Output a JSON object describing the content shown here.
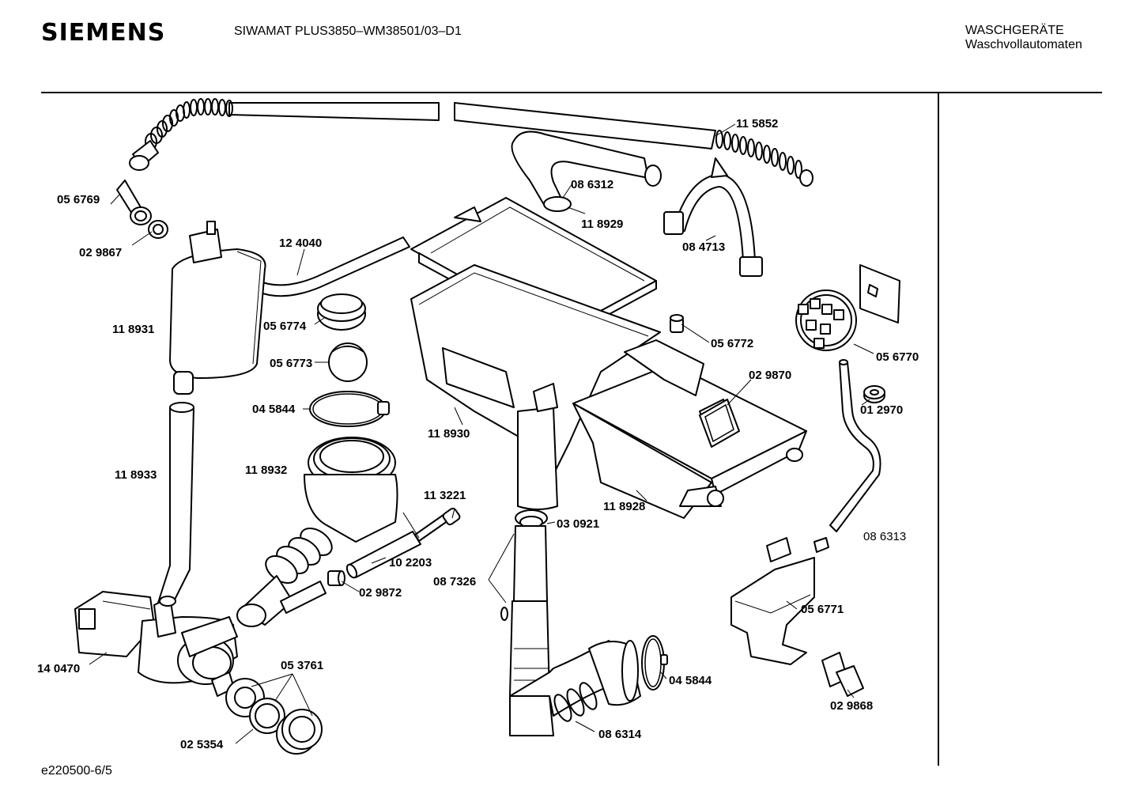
{
  "header": {
    "brand": "SIEMENS",
    "model": "SIWAMAT PLUS3850–WM38501/03–D1",
    "category_line1": "WASCHGERÄTE",
    "category_line2": "Waschvollautomaten"
  },
  "footer": {
    "doc_id": "e220500-6/5"
  },
  "parts": [
    {
      "id": "p115852",
      "number": "11 5852"
    },
    {
      "id": "p056769",
      "number": "05 6769"
    },
    {
      "id": "p029867",
      "number": "02 9867"
    },
    {
      "id": "p086312",
      "number": "08 6312"
    },
    {
      "id": "p118929",
      "number": "11 8929"
    },
    {
      "id": "p084713",
      "number": "08 4713"
    },
    {
      "id": "p124040",
      "number": "12 4040"
    },
    {
      "id": "p118931",
      "number": "11 8931"
    },
    {
      "id": "p056774",
      "number": "05 6774"
    },
    {
      "id": "p056773",
      "number": "05 6773"
    },
    {
      "id": "p045844a",
      "number": "04 5844"
    },
    {
      "id": "p056772",
      "number": "05 6772"
    },
    {
      "id": "p056770",
      "number": "05 6770"
    },
    {
      "id": "p029870",
      "number": "02 9870"
    },
    {
      "id": "p012970",
      "number": "01 2970"
    },
    {
      "id": "p118930",
      "number": "11 8930"
    },
    {
      "id": "p118933",
      "number": "11 8933"
    },
    {
      "id": "p118932",
      "number": "11 8932"
    },
    {
      "id": "p113221",
      "number": "11 3221"
    },
    {
      "id": "p118928",
      "number": "11 8928"
    },
    {
      "id": "p030921",
      "number": "03 0921"
    },
    {
      "id": "p086313",
      "number": "08 6313"
    },
    {
      "id": "p102203",
      "number": "10 2203"
    },
    {
      "id": "p087326",
      "number": "08 7326"
    },
    {
      "id": "p029872",
      "number": "02 9872"
    },
    {
      "id": "p056771",
      "number": "05 6771"
    },
    {
      "id": "p140470",
      "number": "14 0470"
    },
    {
      "id": "p053761",
      "number": "05 3761"
    },
    {
      "id": "p045844b",
      "number": "04 5844"
    },
    {
      "id": "p029868",
      "number": "02 9868"
    },
    {
      "id": "p025354",
      "number": "02 5354"
    },
    {
      "id": "p086314",
      "number": "08 6314"
    }
  ]
}
